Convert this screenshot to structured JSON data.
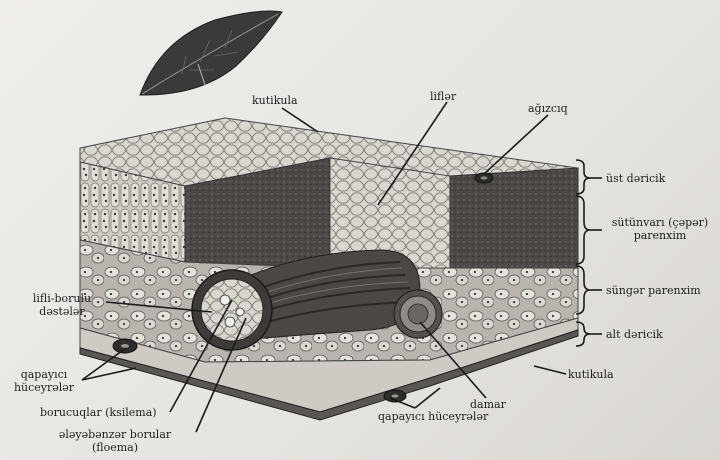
{
  "labels": {
    "kutikula_top": "kutikula",
    "lifler": "liflər",
    "agizciq": "ağızcıq",
    "ust_dericik": "üst dəricik",
    "sutunvari_1": "sütünvarı (çəpər)",
    "sutunvari_2": "parenxim",
    "sungor": "süngər parenxim",
    "alt_dericik": "alt dəricik",
    "kutikula_bottom": "kutikula",
    "lifli_borulu_1": "lifli-borulu",
    "lifli_borulu_2": "dəstələr",
    "qapayici_left_1": "qapayıcı",
    "qapayici_left_2": "hüceyrələr",
    "borucuqlar": "borucuqlar (ksilema)",
    "eleyebenzer_1": "ələyəbənzər borular",
    "eleyebenzer_2": "(floema)",
    "damar": "damar",
    "qapayici_bottom": "qapayıcı hüceyrələr"
  },
  "colors": {
    "line": "#1b1b1b",
    "leaf": "#3b3a38",
    "dark_tissue": "#4a4744",
    "light_cell": "#d8d5cf",
    "mid_cell": "#9c9892"
  }
}
